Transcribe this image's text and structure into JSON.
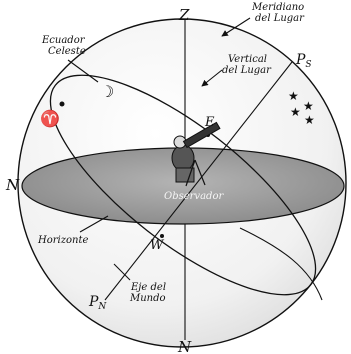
{
  "labels": {
    "zenith": "Z",
    "nadir": "N",
    "north": "N",
    "east": "E",
    "west": "W",
    "south_pole": "P",
    "south_pole_sub": "S",
    "north_pole": "P",
    "north_pole_sub": "N",
    "meridian_line1": "Meridiano",
    "meridian_line2": "del Lugar",
    "equator_line1": "Ecuador",
    "equator_line2": "Celeste",
    "vertical_line1": "Vertical",
    "vertical_line2": "del Lugar",
    "horizon": "Horizonte",
    "axis_line1": "Eje del",
    "axis_line2": "Mundo",
    "observer": "Observador"
  },
  "symbols": {
    "moon": "☽",
    "aries": "♈",
    "stars": "★"
  },
  "colors": {
    "sphere_fill": "#f3f3f3",
    "horizon_fill": "#9c9c9c",
    "ink": "#111111"
  }
}
